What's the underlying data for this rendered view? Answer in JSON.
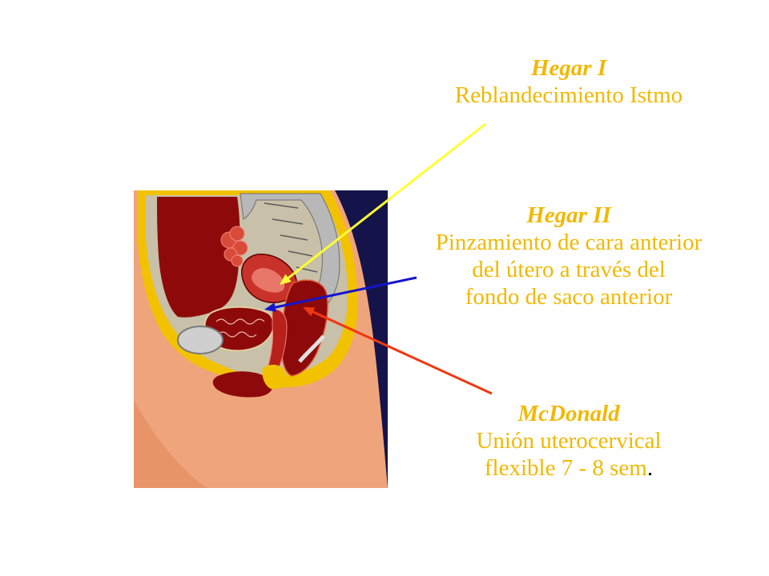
{
  "colors": {
    "label_text": "#f2b800",
    "arrow_hegar1": "#ffff33",
    "arrow_hegar2": "#1414cc",
    "arrow_mcdonald": "#f03810",
    "panel_background": "#14144a",
    "skin": "#f0a47c",
    "organ_red": "#8e0a0a",
    "fat_yellow": "#f2c200",
    "bone_gray": "#b8b8b8"
  },
  "labels": {
    "hegar1": {
      "title": "Hegar I",
      "lines": [
        "Reblandecimiento Istmo"
      ]
    },
    "hegar2": {
      "title": "Hegar II",
      "lines": [
        "Pinzamiento de cara anterior",
        "del útero a través del",
        "fondo de saco anterior"
      ]
    },
    "mcdonald": {
      "title": "McDonald",
      "lines": [
        "Unión uterocervical",
        "flexible 7 - 8 sem"
      ],
      "suffix": "."
    }
  }
}
